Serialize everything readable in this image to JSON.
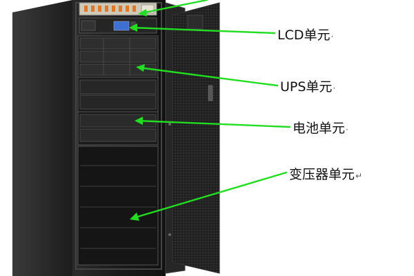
{
  "colors": {
    "arrow": "#22dd22",
    "cabinet": "#1c1c1c",
    "panel": "#2a2a2a",
    "lcd_screen": "#3f6fd0",
    "breaker_strip": "#d9d4c4"
  },
  "labels": {
    "lcd": {
      "text": "LCD单元",
      "mark": "·"
    },
    "ups": {
      "text": "UPS单元",
      "mark": "·"
    },
    "battery": {
      "text": "电池单元",
      "mark": "·"
    },
    "transformer": {
      "text": "变压器单元",
      "mark": "↵"
    }
  }
}
